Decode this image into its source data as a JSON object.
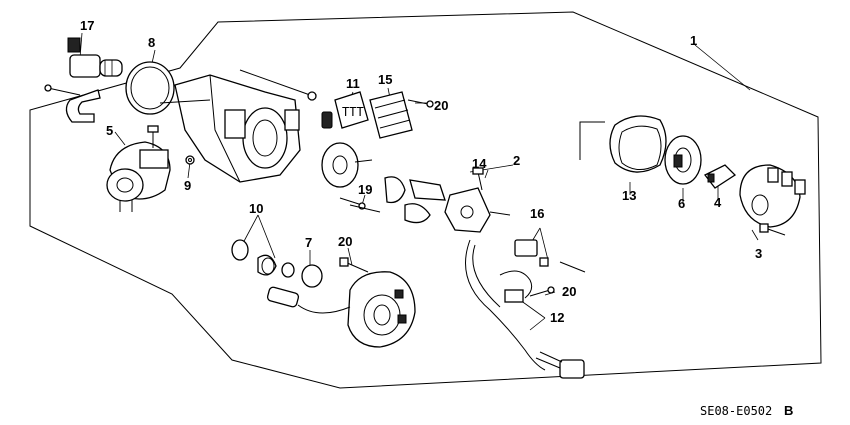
{
  "diagram": {
    "callouts": [
      {
        "id": "c1",
        "text": "1"
      },
      {
        "id": "c2",
        "text": "2"
      },
      {
        "id": "c3",
        "text": "3"
      },
      {
        "id": "c4",
        "text": "4"
      },
      {
        "id": "c5",
        "text": "5"
      },
      {
        "id": "c6",
        "text": "6"
      },
      {
        "id": "c7",
        "text": "7"
      },
      {
        "id": "c8",
        "text": "8"
      },
      {
        "id": "c9",
        "text": "9"
      },
      {
        "id": "c10",
        "text": "10"
      },
      {
        "id": "c11",
        "text": "11"
      },
      {
        "id": "c12",
        "text": "12"
      },
      {
        "id": "c13",
        "text": "13"
      },
      {
        "id": "c14",
        "text": "14"
      },
      {
        "id": "c15",
        "text": "15"
      },
      {
        "id": "c16",
        "text": "16"
      },
      {
        "id": "c17",
        "text": "17"
      },
      {
        "id": "c19",
        "text": "19"
      },
      {
        "id": "c20a",
        "text": "20"
      },
      {
        "id": "c20b",
        "text": "20"
      },
      {
        "id": "c20c",
        "text": "20"
      }
    ],
    "reference_code": "SE08-E0502",
    "revision": "B"
  }
}
